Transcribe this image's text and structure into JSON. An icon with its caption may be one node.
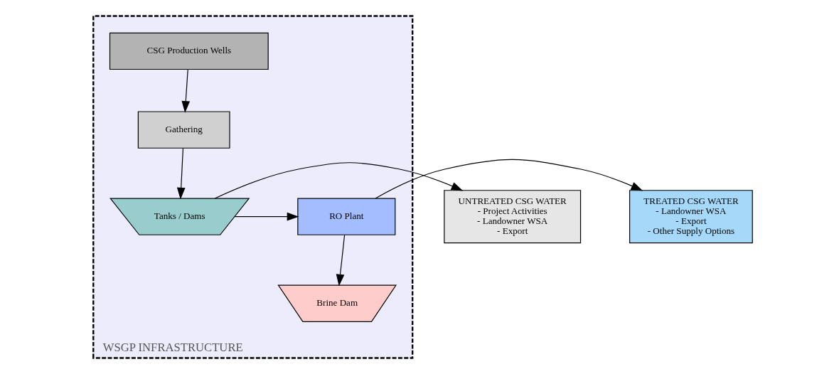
{
  "diagram": {
    "nodes": [
      {
        "text": [
          "WSGP INFRASTRUCTURE"
        ]
      },
      {
        "text": [
          "CSG Production Wells"
        ],
        "in": 0
      },
      {
        "text": [
          "Gathering"
        ],
        "in": 0
      },
      {
        "text": [
          "Tanks / Dams"
        ],
        "in": 0
      },
      {
        "text": [
          "RO Plant"
        ],
        "in": 0
      },
      {
        "text": [
          "Brine Dam"
        ],
        "in": 0
      },
      {
        "text": [
          "UNTREATED CSG WATER",
          "- Project Activities",
          "- Landowner WSA",
          "- Export"
        ]
      },
      {
        "text": [
          "TREATED CSG WATER",
          "- Landowner WSA",
          "- Export",
          "- Other Supply Options"
        ]
      }
    ],
    "edges": [
      {
        "from": 1,
        "to": 2,
        "arrow": "to"
      },
      {
        "from": 2,
        "to": 3,
        "arrow": "to"
      },
      {
        "from": 3,
        "to": 6,
        "arrow": "to"
      },
      {
        "from": 3,
        "to": 4,
        "arrow": "to"
      },
      {
        "from": 4,
        "to": 7,
        "arrow": "to"
      },
      {
        "from": 4,
        "to": 5,
        "arrow": "to"
      }
    ]
  }
}
